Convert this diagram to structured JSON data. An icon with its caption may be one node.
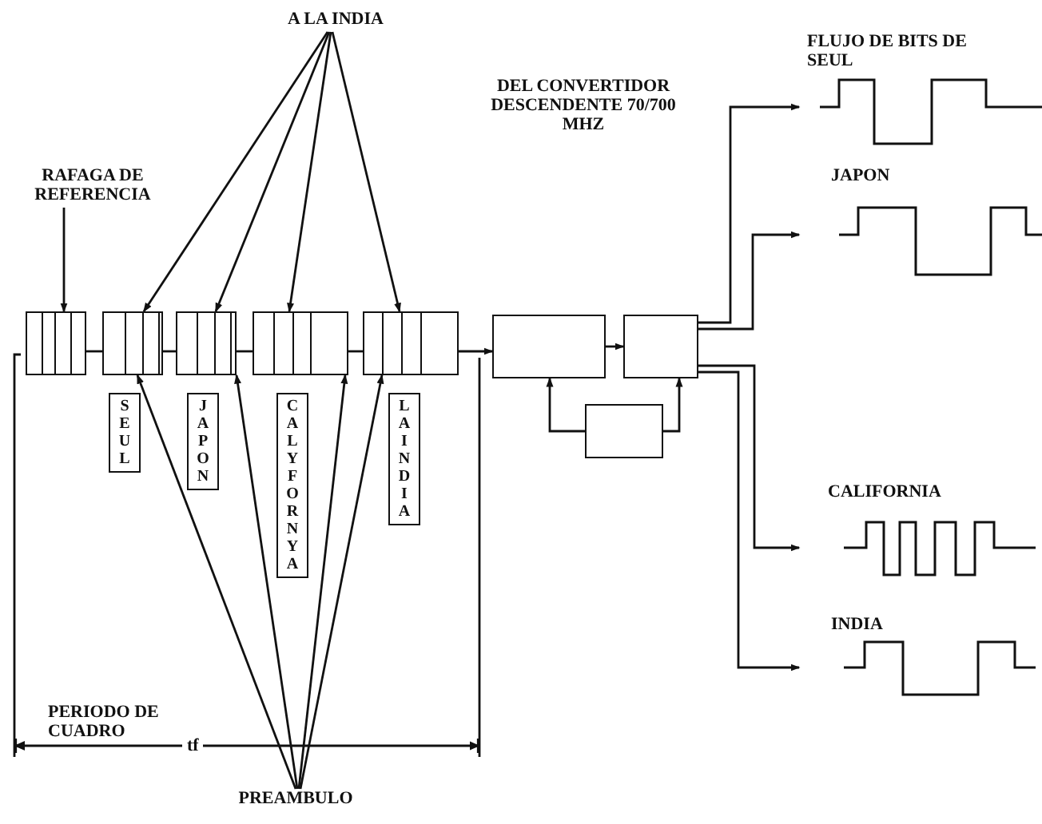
{
  "diagram": {
    "nodes": [
      {
        "text": [
          "A LA INDIA"
        ]
      },
      {
        "text": [
          "RAFAGA DE REFERENCIA"
        ]
      },
      {
        "text": [],
        "shape": "box"
      },
      {
        "text": [],
        "shape": "box"
      },
      {
        "text": [],
        "shape": "box"
      },
      {
        "text": [],
        "shape": "box"
      },
      {
        "text": [],
        "shape": "box"
      },
      {
        "text": [
          "SEUL"
        ]
      },
      {
        "text": [
          "JAPON"
        ]
      },
      {
        "text": [
          "CALYFORNYA"
        ]
      },
      {
        "text": [
          "LA INDIA"
        ]
      },
      {
        "text": [
          "PREAMBULO"
        ]
      },
      {
        "text": [],
        "shape": "box"
      },
      {
        "text": [],
        "shape": "box"
      },
      {
        "text": [],
        "shape": "box"
      },
      {
        "text": [
          "FLUJO DE BITS DE SEUL"
        ]
      },
      {
        "text": [
          "JAPON"
        ]
      },
      {
        "text": [
          "CALIFORNIA"
        ]
      },
      {
        "text": [
          "INDIA"
        ]
      }
    ],
    "edges": [
      {
        "from": 0,
        "to": 3,
        "arrow": "to"
      },
      {
        "from": 0,
        "to": 4,
        "arrow": "to"
      },
      {
        "from": 0,
        "to": 5,
        "arrow": "to"
      },
      {
        "from": 0,
        "to": 6,
        "arrow": "to"
      },
      {
        "from": 1,
        "to": 2,
        "arrow": "to"
      },
      {
        "from": 2,
        "to": 3,
        "arrow": "none"
      },
      {
        "from": 3,
        "to": 4,
        "arrow": "none"
      },
      {
        "from": 4,
        "to": 5,
        "arrow": "none"
      },
      {
        "from": 5,
        "to": 6,
        "arrow": "none"
      },
      {
        "from": 6,
        "to": 12,
        "arrow": "to"
      },
      {
        "from": 12,
        "to": 13,
        "arrow": "to"
      },
      {
        "from": 14,
        "to": 12,
        "arrow": "to"
      },
      {
        "from": 14,
        "to": 13,
        "arrow": "to"
      },
      {
        "from": 13,
        "to": 15,
        "arrow": "to"
      },
      {
        "from": 13,
        "to": 16,
        "arrow": "to"
      },
      {
        "from": 13,
        "to": 17,
        "arrow": "to"
      },
      {
        "from": 13,
        "to": 18,
        "arrow": "to"
      },
      {
        "from": 11,
        "to": 3,
        "arrow": "to"
      },
      {
        "from": 11,
        "to": 4,
        "arrow": "to"
      },
      {
        "from": 11,
        "to": 5,
        "arrow": "to"
      },
      {
        "from": 11,
        "to": 6,
        "arrow": "to"
      }
    ],
    "labels": [
      "DEL CONVERTIDOR DESCENDENTE 70/700 MHZ",
      "PERIODO DE CUADRO",
      "tf"
    ]
  }
}
